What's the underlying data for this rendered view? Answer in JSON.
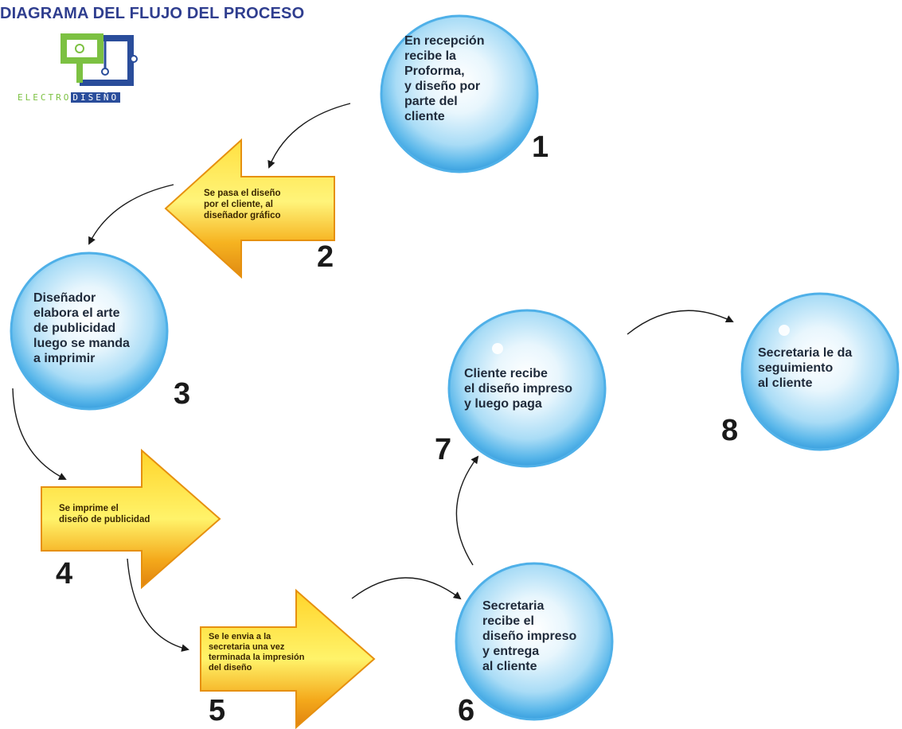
{
  "title": "DIAGRAMA DEL FLUJO DEL PROCESO",
  "logo": {
    "text_a": "ELECTRO",
    "text_b": "DISEÑO"
  },
  "colors": {
    "bubble": "#6fc3f0",
    "arrow": "#f3a81e",
    "title": "#2f3e8f"
  },
  "steps": [
    {
      "number": "1",
      "shape": "bubble",
      "text": "En recepción\nrecibe la\nProforma,\ny diseño por\nparte del\ncliente"
    },
    {
      "number": "2",
      "shape": "arrow-left",
      "text": "Se pasa el diseño\npor el cliente, al\ndiseñador gráfico"
    },
    {
      "number": "3",
      "shape": "bubble",
      "text": "Diseñador\nelabora el arte\nde publicidad\nluego se manda\na imprimir"
    },
    {
      "number": "4",
      "shape": "arrow-right",
      "text": "Se imprime el\ndiseño de publicidad"
    },
    {
      "number": "5",
      "shape": "arrow-right",
      "text": "Se le envia a la\nsecretaria una vez\nterminada la impresión\ndel diseño"
    },
    {
      "number": "6",
      "shape": "bubble",
      "text": "Secretaria\nrecibe el\ndiseño impreso\ny entrega\nal cliente"
    },
    {
      "number": "7",
      "shape": "bubble",
      "text": "Cliente recibe\nel diseño impreso\ny luego paga"
    },
    {
      "number": "8",
      "shape": "bubble",
      "text": "Secretaria le da\nseguimiento\nal cliente"
    }
  ]
}
